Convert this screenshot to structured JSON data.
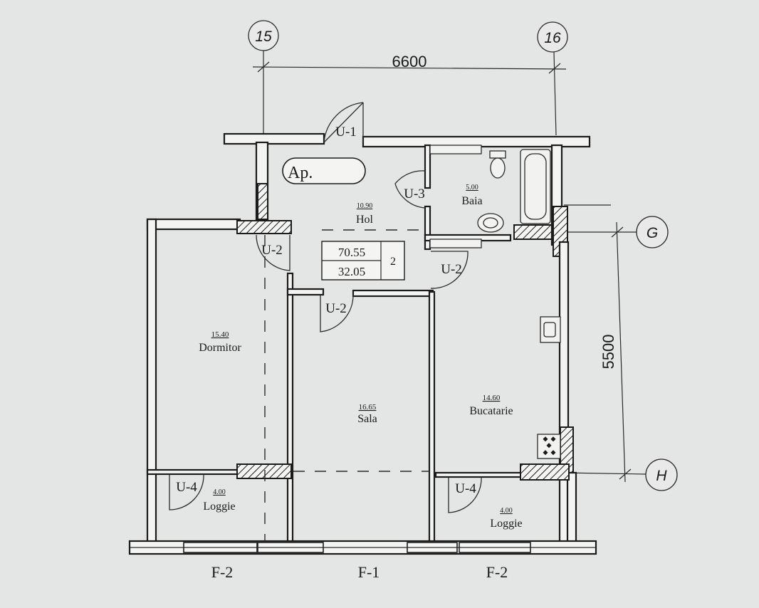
{
  "grid_axes": {
    "col_left": "15",
    "col_right": "16",
    "row_top": "G",
    "row_bottom": "H"
  },
  "dimensions": {
    "width": "6600",
    "depth": "5500"
  },
  "apartment_label": "Ap.",
  "area_box": {
    "total": "70.55",
    "living": "32.05",
    "rooms": "2"
  },
  "rooms": {
    "hol": {
      "area": "10.90",
      "name": "Hol"
    },
    "baia": {
      "area": "5.00",
      "name": "Baia"
    },
    "dormitor": {
      "area": "15.40",
      "name": "Dormitor"
    },
    "sala": {
      "area": "16.65",
      "name": "Sala"
    },
    "bucatarie": {
      "area": "14.60",
      "name": "Bucatarie"
    },
    "loggie_left": {
      "area": "4.00",
      "name": "Loggie"
    },
    "loggie_right": {
      "area": "4.00",
      "name": "Loggie"
    }
  },
  "doors": {
    "entry": "U-1",
    "bath": "U-3",
    "dormitor": "U-2",
    "kitchen": "U-2",
    "sala": "U-2",
    "loggie_left": "U-4",
    "loggie_right": "U-4"
  },
  "windows": {
    "left": "F-2",
    "center": "F-1",
    "right": "F-2"
  }
}
